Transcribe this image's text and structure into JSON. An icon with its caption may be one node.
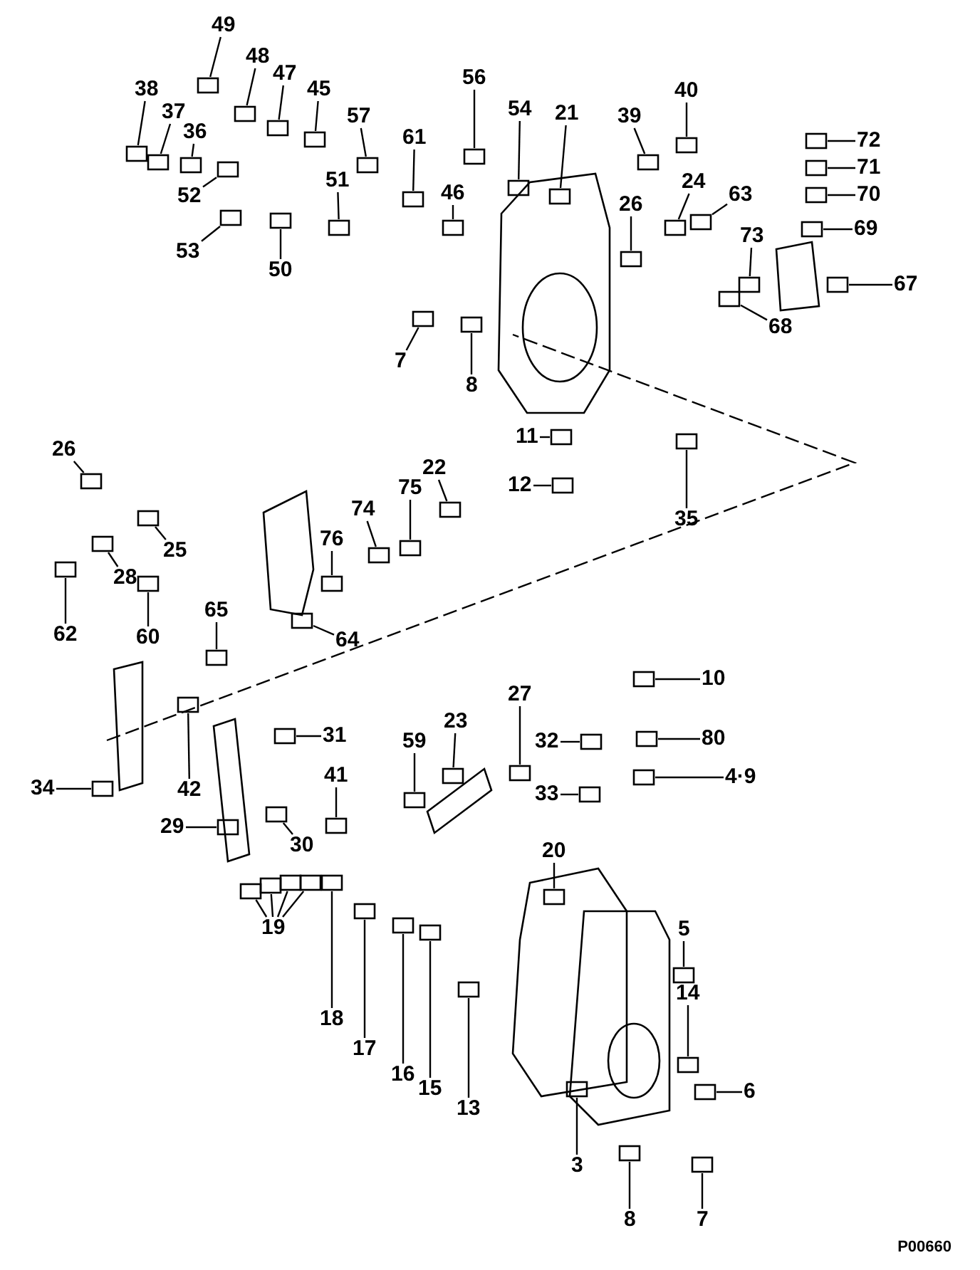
{
  "diagram": {
    "nodes": [
      {
        "text": [
          "49"
        ]
      },
      {
        "text": [
          "48"
        ]
      },
      {
        "text": [
          "47"
        ]
      },
      {
        "text": [
          "45"
        ]
      },
      {
        "text": [
          "38"
        ]
      },
      {
        "text": [
          "37"
        ]
      },
      {
        "text": [
          "36"
        ]
      },
      {
        "text": [
          "56"
        ]
      },
      {
        "text": [
          "54"
        ]
      },
      {
        "text": [
          "21"
        ]
      },
      {
        "text": [
          "40"
        ]
      },
      {
        "text": [
          "39"
        ]
      },
      {
        "text": [
          "57"
        ]
      },
      {
        "text": [
          "61"
        ]
      },
      {
        "text": [
          "72"
        ]
      },
      {
        "text": [
          "71"
        ]
      },
      {
        "text": [
          "51"
        ]
      },
      {
        "text": [
          "52"
        ]
      },
      {
        "text": [
          "46"
        ]
      },
      {
        "text": [
          "24"
        ]
      },
      {
        "text": [
          "63"
        ]
      },
      {
        "text": [
          "26"
        ]
      },
      {
        "text": [
          "70"
        ]
      },
      {
        "text": [
          "69"
        ]
      },
      {
        "text": [
          "73"
        ]
      },
      {
        "text": [
          "53"
        ]
      },
      {
        "text": [
          "50"
        ]
      },
      {
        "text": [
          "67"
        ]
      },
      {
        "text": [
          "68"
        ]
      },
      {
        "text": [
          "7"
        ]
      },
      {
        "text": [
          "8"
        ]
      },
      {
        "text": [
          "11"
        ]
      },
      {
        "text": [
          "26"
        ]
      },
      {
        "text": [
          "22"
        ]
      },
      {
        "text": [
          "75"
        ]
      },
      {
        "text": [
          "12"
        ]
      },
      {
        "text": [
          "74"
        ]
      },
      {
        "text": [
          "35"
        ]
      },
      {
        "text": [
          "25"
        ]
      },
      {
        "text": [
          "76"
        ]
      },
      {
        "text": [
          "28"
        ]
      },
      {
        "text": [
          "65"
        ]
      },
      {
        "text": [
          "62"
        ]
      },
      {
        "text": [
          "60"
        ]
      },
      {
        "text": [
          "64"
        ]
      },
      {
        "text": [
          "10"
        ]
      },
      {
        "text": [
          "27"
        ]
      },
      {
        "text": [
          "23"
        ]
      },
      {
        "text": [
          "31"
        ]
      },
      {
        "text": [
          "59"
        ]
      },
      {
        "text": [
          "32"
        ]
      },
      {
        "text": [
          "80"
        ]
      },
      {
        "text": [
          "41"
        ]
      },
      {
        "text": [
          "4·9"
        ]
      },
      {
        "text": [
          "33"
        ]
      },
      {
        "text": [
          "34"
        ]
      },
      {
        "text": [
          "42"
        ]
      },
      {
        "text": [
          "29"
        ]
      },
      {
        "text": [
          "30"
        ]
      },
      {
        "text": [
          "20"
        ]
      },
      {
        "text": [
          "19"
        ]
      },
      {
        "text": [
          "5"
        ]
      },
      {
        "text": [
          "14"
        ]
      },
      {
        "text": [
          "18"
        ]
      },
      {
        "text": [
          "17"
        ]
      },
      {
        "text": [
          "16"
        ]
      },
      {
        "text": [
          "15"
        ]
      },
      {
        "text": [
          "6"
        ]
      },
      {
        "text": [
          "13"
        ]
      },
      {
        "text": [
          "3"
        ]
      },
      {
        "text": [
          "8"
        ]
      },
      {
        "text": [
          "7"
        ]
      },
      {
        "text": [],
        "shape": "box"
      },
      {
        "text": [],
        "shape": "box"
      },
      {
        "text": [],
        "shape": "box"
      },
      {
        "text": [],
        "shape": "box"
      },
      {
        "text": [],
        "shape": "box"
      },
      {
        "text": [],
        "shape": "box"
      },
      {
        "text": [],
        "shape": "box"
      },
      {
        "text": [],
        "shape": "box"
      },
      {
        "text": [],
        "shape": "box"
      },
      {
        "text": [],
        "shape": "box"
      },
      {
        "text": [],
        "shape": "box"
      },
      {
        "text": [],
        "shape": "box"
      },
      {
        "text": [],
        "shape": "box"
      },
      {
        "text": [],
        "shape": "box"
      },
      {
        "text": [],
        "shape": "box"
      },
      {
        "text": [],
        "shape": "box"
      },
      {
        "text": [],
        "shape": "box"
      },
      {
        "text": [],
        "shape": "box"
      },
      {
        "text": [],
        "shape": "box"
      },
      {
        "text": [],
        "shape": "box"
      },
      {
        "text": [],
        "shape": "box"
      },
      {
        "text": [],
        "shape": "box"
      },
      {
        "text": [],
        "shape": "box"
      },
      {
        "text": [],
        "shape": "box"
      },
      {
        "text": [],
        "shape": "box"
      },
      {
        "text": [],
        "shape": "box"
      },
      {
        "text": [],
        "shape": "box"
      },
      {
        "text": [],
        "shape": "box"
      },
      {
        "text": [],
        "shape": "box"
      },
      {
        "text": [],
        "shape": "box"
      },
      {
        "text": [],
        "shape": "box"
      },
      {
        "text": [],
        "shape": "box"
      },
      {
        "text": [],
        "shape": "box"
      },
      {
        "text": [],
        "shape": "box"
      },
      {
        "text": [],
        "shape": "box"
      },
      {
        "text": [],
        "shape": "box"
      },
      {
        "text": [],
        "shape": "box"
      },
      {
        "text": [],
        "shape": "box"
      },
      {
        "text": [],
        "shape": "box"
      },
      {
        "text": [],
        "shape": "box"
      },
      {
        "text": [],
        "shape": "box"
      },
      {
        "text": [],
        "shape": "box"
      },
      {
        "text": [],
        "shape": "box"
      },
      {
        "text": [],
        "shape": "box"
      },
      {
        "text": [],
        "shape": "box"
      },
      {
        "text": [],
        "shape": "box"
      },
      {
        "text": [],
        "shape": "box"
      },
      {
        "text": [],
        "shape": "box"
      },
      {
        "text": [],
        "shape": "box"
      },
      {
        "text": [],
        "shape": "box"
      },
      {
        "text": [],
        "shape": "box"
      },
      {
        "text": [],
        "shape": "box"
      },
      {
        "text": [],
        "shape": "box"
      },
      {
        "text": [],
        "shape": "box"
      },
      {
        "text": [],
        "shape": "box"
      },
      {
        "text": [],
        "shape": "box"
      },
      {
        "text": [],
        "shape": "box"
      },
      {
        "text": [],
        "shape": "box"
      },
      {
        "text": [],
        "shape": "box"
      },
      {
        "text": [],
        "shape": "box"
      },
      {
        "text": [],
        "shape": "box"
      },
      {
        "text": [],
        "shape": "box"
      },
      {
        "text": [],
        "shape": "box"
      },
      {
        "text": [],
        "shape": "box"
      },
      {
        "text": [],
        "shape": "box"
      },
      {
        "text": [],
        "shape": "box"
      },
      {
        "text": [],
        "shape": "box"
      },
      {
        "text": [],
        "shape": "box"
      },
      {
        "text": [],
        "shape": "box"
      },
      {
        "text": [],
        "shape": "box"
      },
      {
        "text": [],
        "shape": "box"
      },
      {
        "text": [],
        "shape": "box"
      },
      {
        "text": [],
        "shape": "box"
      },
      {
        "text": [],
        "shape": "box"
      },
      {
        "text": [],
        "shape": "box"
      }
    ],
    "edges": [
      {
        "from": 0,
        "to": 72,
        "arrow": "none"
      },
      {
        "from": 1,
        "to": 73,
        "arrow": "none"
      },
      {
        "from": 2,
        "to": 74,
        "arrow": "none"
      },
      {
        "from": 3,
        "to": 75,
        "arrow": "none"
      },
      {
        "from": 4,
        "to": 76,
        "arrow": "none"
      },
      {
        "from": 5,
        "to": 77,
        "arrow": "none"
      },
      {
        "from": 6,
        "to": 78,
        "arrow": "none"
      },
      {
        "from": 7,
        "to": 79,
        "arrow": "none"
      },
      {
        "from": 8,
        "to": 80,
        "arrow": "none"
      },
      {
        "from": 9,
        "to": 81,
        "arrow": "none"
      },
      {
        "from": 10,
        "to": 82,
        "arrow": "none"
      },
      {
        "from": 11,
        "to": 83,
        "arrow": "none"
      },
      {
        "from": 12,
        "to": 84,
        "arrow": "none"
      },
      {
        "from": 13,
        "to": 85,
        "arrow": "none"
      },
      {
        "from": 14,
        "to": 86,
        "arrow": "none"
      },
      {
        "from": 15,
        "to": 87,
        "arrow": "none"
      },
      {
        "from": 16,
        "to": 88,
        "arrow": "none"
      },
      {
        "from": 17,
        "to": 89,
        "arrow": "none"
      },
      {
        "from": 18,
        "to": 90,
        "arrow": "none"
      },
      {
        "from": 19,
        "to": 91,
        "arrow": "none"
      },
      {
        "from": 20,
        "to": 92,
        "arrow": "none"
      },
      {
        "from": 21,
        "to": 93,
        "arrow": "none"
      },
      {
        "from": 22,
        "to": 94,
        "arrow": "none"
      },
      {
        "from": 23,
        "to": 95,
        "arrow": "none"
      },
      {
        "from": 24,
        "to": 96,
        "arrow": "none"
      },
      {
        "from": 25,
        "to": 97,
        "arrow": "none"
      },
      {
        "from": 26,
        "to": 98,
        "arrow": "none"
      },
      {
        "from": 27,
        "to": 99,
        "arrow": "none"
      },
      {
        "from": 28,
        "to": 100,
        "arrow": "none"
      },
      {
        "from": 29,
        "to": 101,
        "arrow": "none"
      },
      {
        "from": 30,
        "to": 102,
        "arrow": "none"
      },
      {
        "from": 31,
        "to": 103,
        "arrow": "none"
      },
      {
        "from": 32,
        "to": 104,
        "arrow": "none"
      },
      {
        "from": 33,
        "to": 105,
        "arrow": "none"
      },
      {
        "from": 34,
        "to": 106,
        "arrow": "none"
      },
      {
        "from": 35,
        "to": 107,
        "arrow": "none"
      },
      {
        "from": 36,
        "to": 108,
        "arrow": "none"
      },
      {
        "from": 37,
        "to": 109,
        "arrow": "none"
      },
      {
        "from": 38,
        "to": 110,
        "arrow": "none"
      },
      {
        "from": 39,
        "to": 111,
        "arrow": "none"
      },
      {
        "from": 40,
        "to": 112,
        "arrow": "none"
      },
      {
        "from": 41,
        "to": 113,
        "arrow": "none"
      },
      {
        "from": 42,
        "to": 114,
        "arrow": "none"
      },
      {
        "from": 43,
        "to": 115,
        "arrow": "none"
      },
      {
        "from": 44,
        "to": 116,
        "arrow": "none"
      },
      {
        "from": 45,
        "to": 117,
        "arrow": "none"
      },
      {
        "from": 46,
        "to": 118,
        "arrow": "none"
      },
      {
        "from": 47,
        "to": 119,
        "arrow": "none"
      },
      {
        "from": 48,
        "to": 120,
        "arrow": "none"
      },
      {
        "from": 49,
        "to": 121,
        "arrow": "none"
      },
      {
        "from": 50,
        "to": 122,
        "arrow": "none"
      },
      {
        "from": 51,
        "to": 123,
        "arrow": "none"
      },
      {
        "from": 52,
        "to": 124,
        "arrow": "none"
      },
      {
        "from": 53,
        "to": 125,
        "arrow": "none"
      },
      {
        "from": 54,
        "to": 126,
        "arrow": "none"
      },
      {
        "from": 55,
        "to": 127,
        "arrow": "none"
      },
      {
        "from": 56,
        "to": 128,
        "arrow": "none"
      },
      {
        "from": 57,
        "to": 129,
        "arrow": "none"
      },
      {
        "from": 58,
        "to": 130,
        "arrow": "none"
      },
      {
        "from": 59,
        "to": 131,
        "arrow": "none"
      },
      {
        "from": 60,
        "to": 132,
        "arrow": "none"
      },
      {
        "from": 60,
        "to": 133,
        "arrow": "none"
      },
      {
        "from": 60,
        "to": 134,
        "arrow": "none"
      },
      {
        "from": 60,
        "to": 135,
        "arrow": "none"
      },
      {
        "from": 61,
        "to": 136,
        "arrow": "none"
      },
      {
        "from": 62,
        "to": 137,
        "arrow": "none"
      },
      {
        "from": 63,
        "to": 138,
        "arrow": "none"
      },
      {
        "from": 64,
        "to": 139,
        "arrow": "none"
      },
      {
        "from": 65,
        "to": 140,
        "arrow": "none"
      },
      {
        "from": 66,
        "to": 141,
        "arrow": "none"
      },
      {
        "from": 67,
        "to": 142,
        "arrow": "none"
      },
      {
        "from": 68,
        "to": 143,
        "arrow": "none"
      },
      {
        "from": 69,
        "to": 144,
        "arrow": "none"
      },
      {
        "from": 70,
        "to": 145,
        "arrow": "none"
      },
      {
        "from": 71,
        "to": 146,
        "arrow": "none"
      }
    ],
    "labels": [
      "P00660"
    ]
  }
}
